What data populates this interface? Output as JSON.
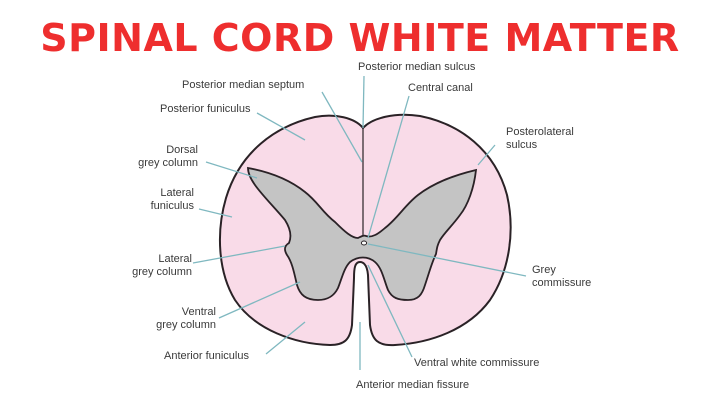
{
  "title": "SPINAL CORD WHITE MATTER",
  "colors": {
    "title": "#ee2e2e",
    "white_matter_fill": "#f9dbe8",
    "grey_matter_fill": "#c4c4c4",
    "outline": "#2a2226",
    "leader_line": "#7fb8c0",
    "label_text": "#3a3a3a"
  },
  "labels": {
    "posterior_median_sulcus": "Posterior median sulcus",
    "posterior_median_septum": "Posterior median septum",
    "central_canal": "Central canal",
    "posterior_funiculus": "Posterior funiculus",
    "posterolateral_sulcus_1": "Posterolateral",
    "posterolateral_sulcus_2": "sulcus",
    "dorsal_grey_column_1": "Dorsal",
    "dorsal_grey_column_2": "grey column",
    "lateral_funiculus_1": "Lateral",
    "lateral_funiculus_2": "funiculus",
    "lateral_grey_column_1": "Lateral",
    "lateral_grey_column_2": "grey column",
    "grey_commissure_1": "Grey",
    "grey_commissure_2": "commissure",
    "ventral_grey_column_1": "Ventral",
    "ventral_grey_column_2": "grey column",
    "anterior_funiculus": "Anterior funiculus",
    "ventral_white_commissure": "Ventral white commissure",
    "anterior_median_fissure": "Anterior median fissure"
  }
}
